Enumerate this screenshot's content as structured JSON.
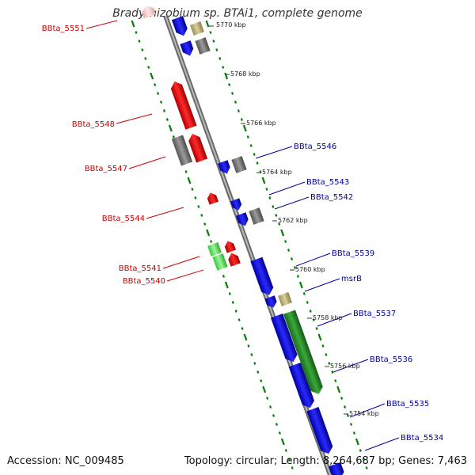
{
  "title": "Bradyrhizobium sp. BTAi1, complete genome",
  "footer": {
    "accession": "Accession: NC_009485",
    "summary": "Topology: circular; Length: 8,264,687 bp; Genes: 7,463"
  },
  "colors": {
    "left_label": "#cc0000",
    "right_label": "#000099",
    "dots": "#008000",
    "backbone": "#8a8a8a",
    "tick_text": "#222222"
  },
  "ticks": [
    "5770 kbp",
    "5768 kbp",
    "5766 kbp",
    "5764 kbp",
    "5762 kbp",
    "5760 kbp",
    "5758 kbp",
    "5756 kbp",
    "5754 kbp"
  ],
  "left_labels": [
    "BBta_5551",
    "BBta_5548",
    "BBta_5547",
    "BBta_5544",
    "BBta_5541",
    "BBta_5540"
  ],
  "right_labels": [
    "BBta_5546",
    "BBta_5543",
    "BBta_5542",
    "BBta_5539",
    "msrB",
    "BBta_5537",
    "BBta_5536",
    "BBta_5535",
    "BBta_5534"
  ]
}
